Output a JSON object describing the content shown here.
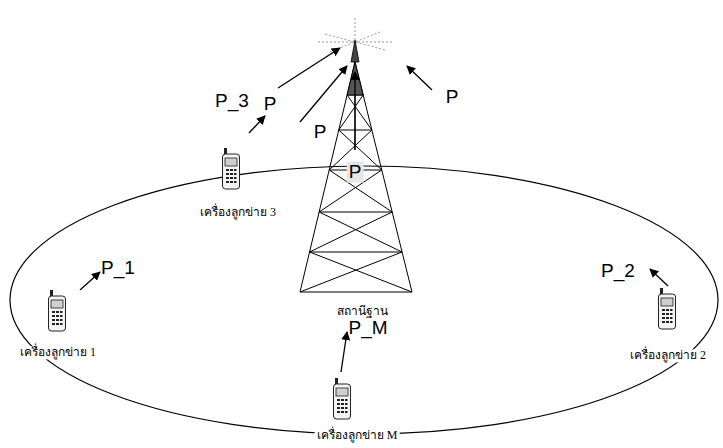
{
  "diagram": {
    "labels": [
      "P",
      "P",
      "P",
      "P",
      "P_3",
      "เครื่องลูกข่าย 3",
      "P_1",
      "เครื่องลูกข่าย 1",
      "P_2",
      "เครื่องลูกข่าย 2",
      "P_M",
      "เครื่องลูกข่าย M",
      "สถานีฐาน"
    ]
  }
}
